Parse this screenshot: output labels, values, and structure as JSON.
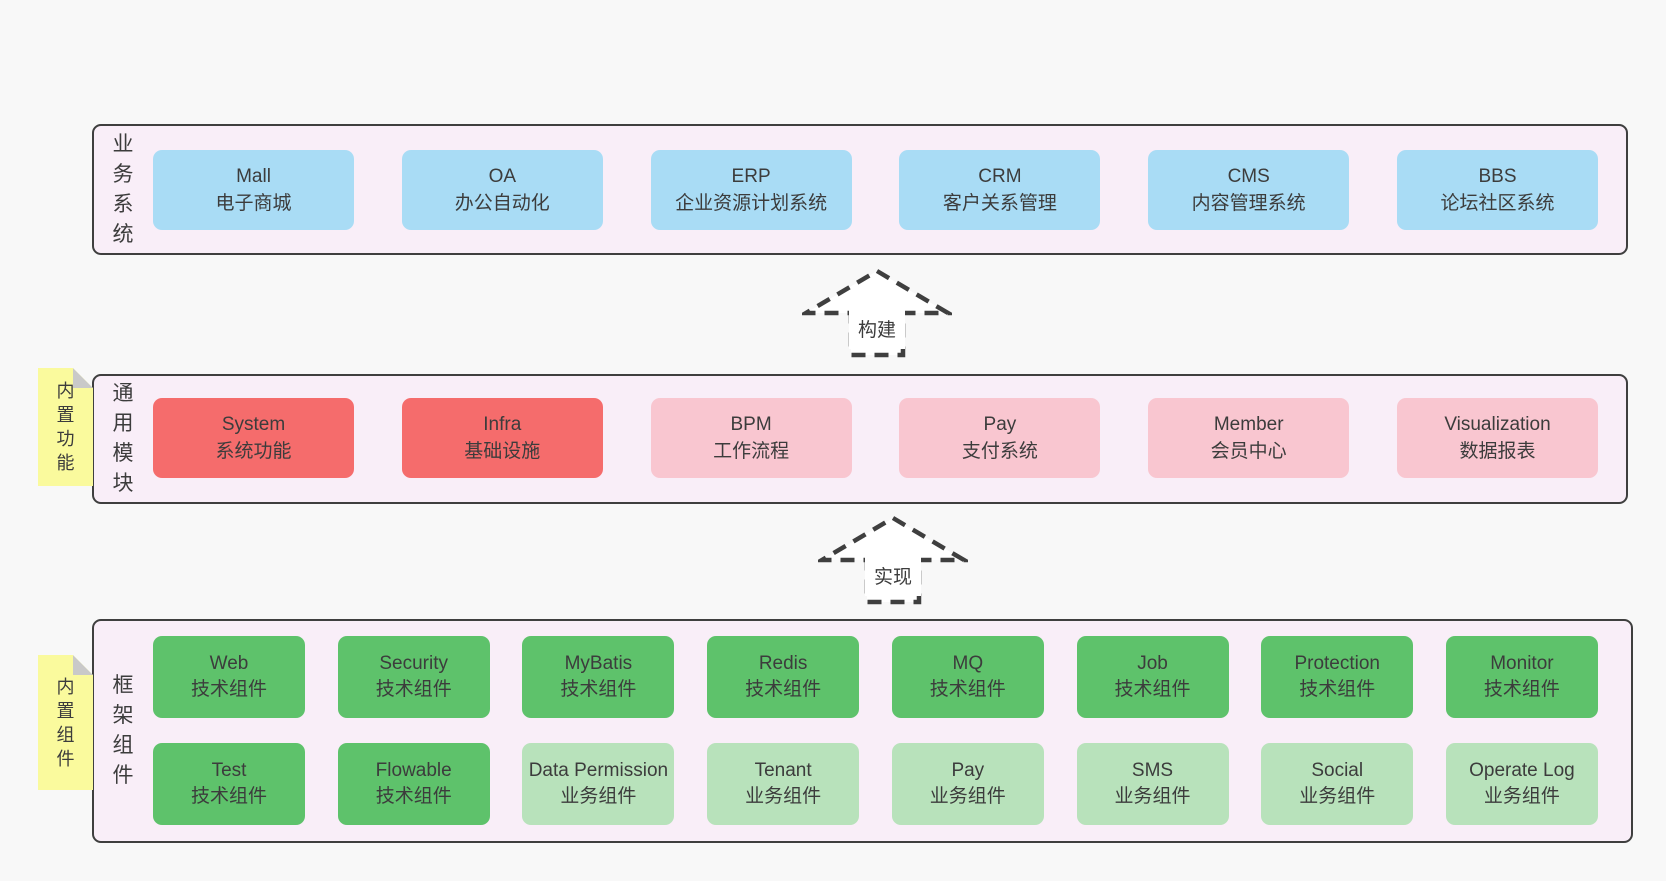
{
  "colors": {
    "page_bg": "#f8f8f8",
    "section_bg": "#f9eef8",
    "border": "#3f3f3f",
    "text": "#3c3c3c",
    "blue": "#a9dcf5",
    "red": "#f56c6c",
    "pink": "#f9c6d0",
    "green": "#5ec26b",
    "light_green": "#b8e2bb",
    "sticky_yellow": "#fafa9d",
    "fold_gray": "#c9c9c9",
    "arrow_fill": "#ffffff"
  },
  "arrows": [
    {
      "label": "构建"
    },
    {
      "label": "实现"
    }
  ],
  "sections": {
    "business": {
      "label": "业务系统",
      "boxes": [
        {
          "name": "Mall",
          "desc": "电子商城",
          "variant": "blue"
        },
        {
          "name": "OA",
          "desc": "办公自动化",
          "variant": "blue"
        },
        {
          "name": "ERP",
          "desc": "企业资源计划系统",
          "variant": "blue"
        },
        {
          "name": "CRM",
          "desc": "客户关系管理",
          "variant": "blue"
        },
        {
          "name": "CMS",
          "desc": "内容管理系统",
          "variant": "blue"
        },
        {
          "name": "BBS",
          "desc": "论坛社区系统",
          "variant": "blue"
        }
      ]
    },
    "modules": {
      "label": "通用模块",
      "sticky": "内置功能",
      "boxes": [
        {
          "name": "System",
          "desc": "系统功能",
          "variant": "red"
        },
        {
          "name": "Infra",
          "desc": "基础设施",
          "variant": "red"
        },
        {
          "name": "BPM",
          "desc": "工作流程",
          "variant": "pink"
        },
        {
          "name": "Pay",
          "desc": "支付系统",
          "variant": "pink"
        },
        {
          "name": "Member",
          "desc": "会员中心",
          "variant": "pink"
        },
        {
          "name": "Visualization",
          "desc": "数据报表",
          "variant": "pink"
        }
      ]
    },
    "framework": {
      "label": "框架组件",
      "sticky": "内置组件",
      "rows": [
        [
          {
            "name": "Web",
            "desc": "技术组件",
            "variant": "green"
          },
          {
            "name": "Security",
            "desc": "技术组件",
            "variant": "green"
          },
          {
            "name": "MyBatis",
            "desc": "技术组件",
            "variant": "green"
          },
          {
            "name": "Redis",
            "desc": "技术组件",
            "variant": "green"
          },
          {
            "name": "MQ",
            "desc": "技术组件",
            "variant": "green"
          },
          {
            "name": "Job",
            "desc": "技术组件",
            "variant": "green"
          },
          {
            "name": "Protection",
            "desc": "技术组件",
            "variant": "green"
          },
          {
            "name": "Monitor",
            "desc": "技术组件",
            "variant": "green"
          }
        ],
        [
          {
            "name": "Test",
            "desc": "技术组件",
            "variant": "green"
          },
          {
            "name": "Flowable",
            "desc": "技术组件",
            "variant": "green"
          },
          {
            "name": "Data Permission",
            "desc": "业务组件",
            "variant": "light_green"
          },
          {
            "name": "Tenant",
            "desc": "业务组件",
            "variant": "light_green"
          },
          {
            "name": "Pay",
            "desc": "业务组件",
            "variant": "light_green"
          },
          {
            "name": "SMS",
            "desc": "业务组件",
            "variant": "light_green"
          },
          {
            "name": "Social",
            "desc": "业务组件",
            "variant": "light_green"
          },
          {
            "name": "Operate Log",
            "desc": "业务组件",
            "variant": "light_green"
          }
        ]
      ]
    }
  }
}
